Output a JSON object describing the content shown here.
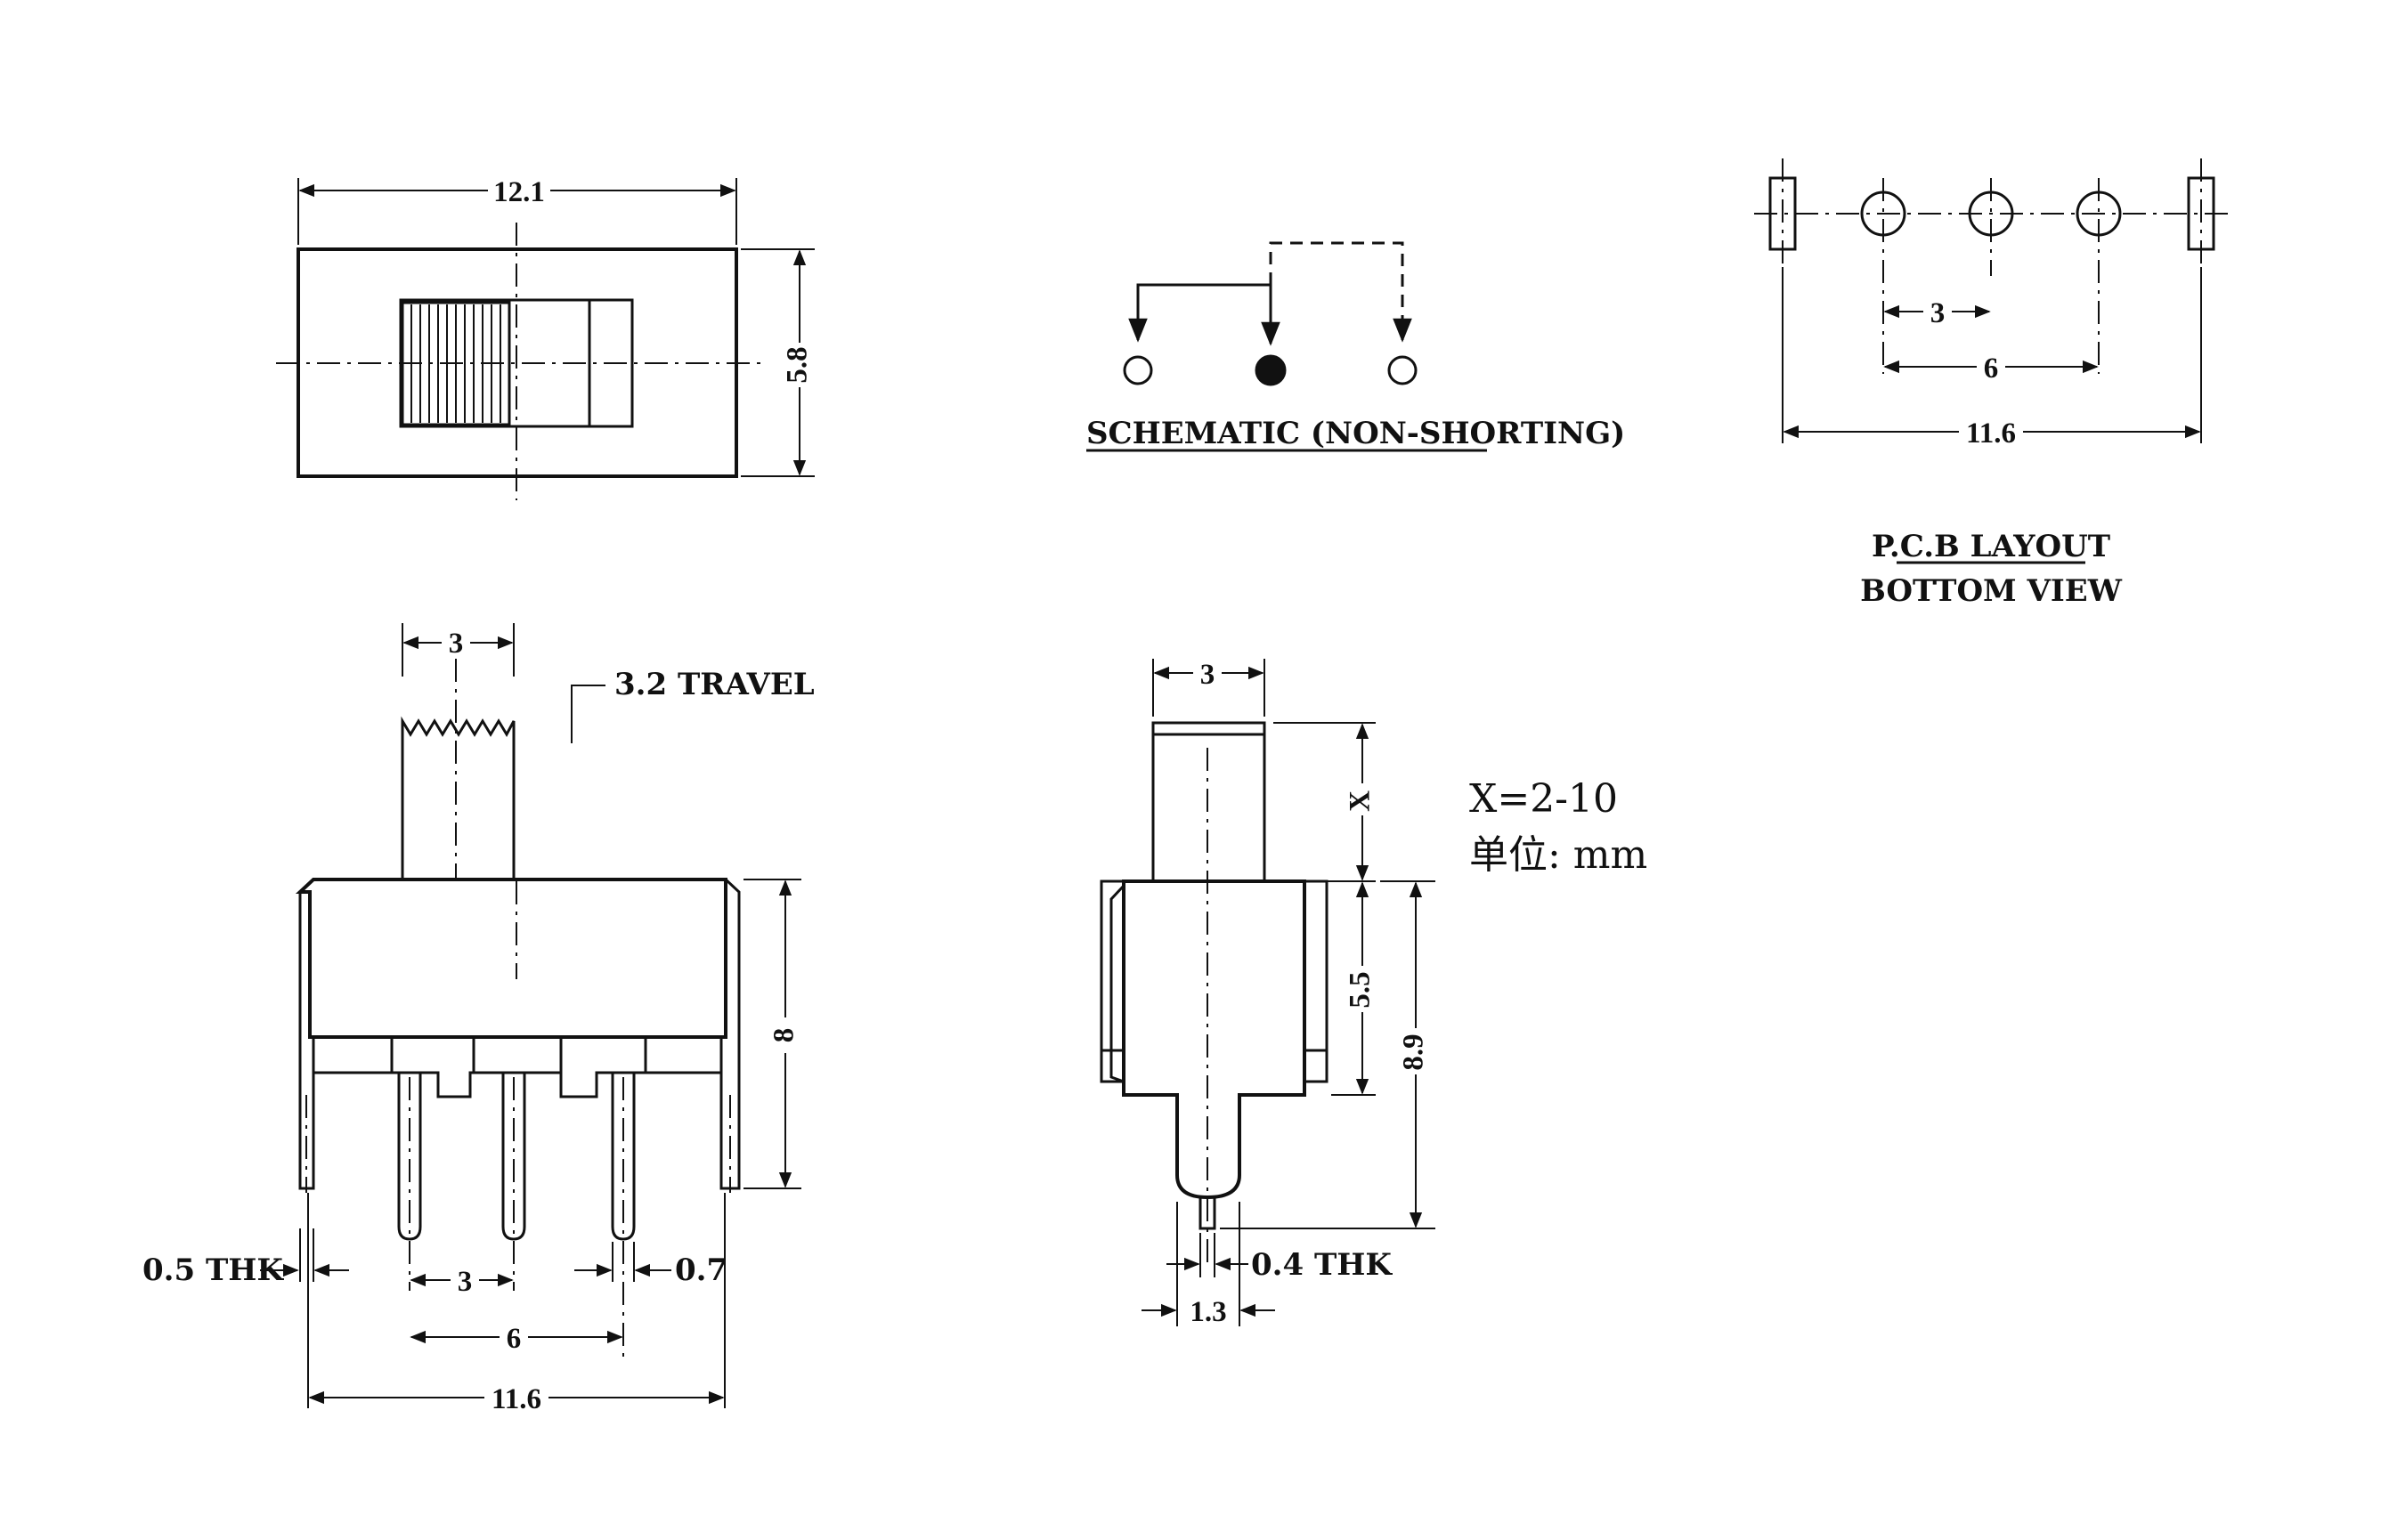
{
  "top_view": {
    "width_dim": "12.1",
    "height_dim": "5.8"
  },
  "schematic": {
    "label": "SCHEMATIC (NON-SHORTING)"
  },
  "pcb": {
    "dim_pitch": "3",
    "dim_double": "6",
    "dim_outer": "11.6",
    "title_line1": "P.C.B LAYOUT",
    "title_line2": "BOTTOM VIEW"
  },
  "front_view": {
    "actuator_width": "3",
    "travel": "3.2 TRAVEL",
    "height": "8",
    "thickness": "0.5 THK",
    "pitch": "3",
    "pin_width": "0.7",
    "double_pitch": "6",
    "outer": "11.6"
  },
  "side_view": {
    "actuator_width": "3",
    "x_label": "X",
    "body_height": "5.5",
    "total_height": "8.9",
    "thickness": "0.4 THK",
    "pin_width": "1.3"
  },
  "notes": {
    "x_range": "X=2-10",
    "unit": "单位: mm"
  }
}
